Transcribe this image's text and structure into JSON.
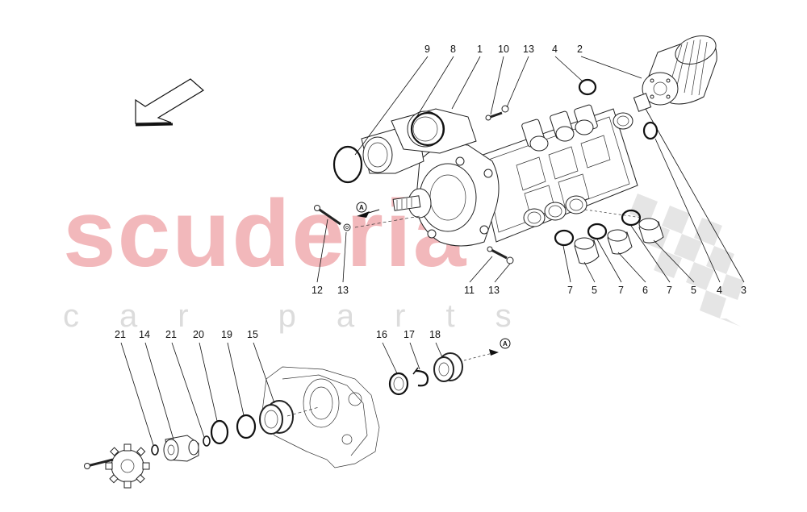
{
  "watermark": {
    "brand": "scuderia",
    "sub": "car parts"
  },
  "reference_marker": "A",
  "callouts_top": [
    "9",
    "8",
    "1",
    "10",
    "13",
    "4",
    "2"
  ],
  "callouts_mid": [
    "12",
    "13",
    "11",
    "13",
    "7",
    "5",
    "7",
    "6",
    "7",
    "5",
    "4",
    "3"
  ],
  "callouts_bottom": [
    "21",
    "14",
    "21",
    "20",
    "19",
    "15",
    "16",
    "17",
    "18"
  ],
  "colors": {
    "watermark_red": "#f2b8bb",
    "watermark_grey": "#dcdcdc",
    "line": "#111111"
  }
}
